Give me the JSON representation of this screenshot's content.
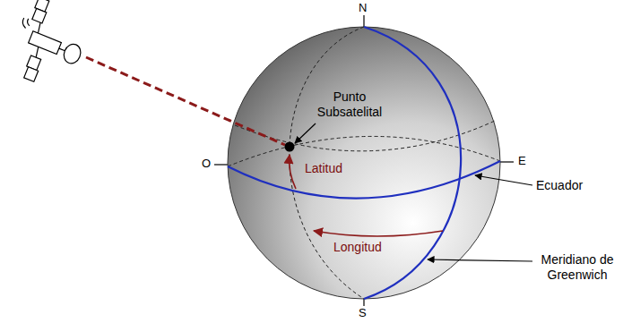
{
  "diagram": {
    "labels": [
      "N",
      "O",
      "E",
      "Punto Subsatelital",
      "Latitud",
      "Ecuador",
      "Longitud",
      "Meridiano de Greenwich",
      "S"
    ]
  }
}
